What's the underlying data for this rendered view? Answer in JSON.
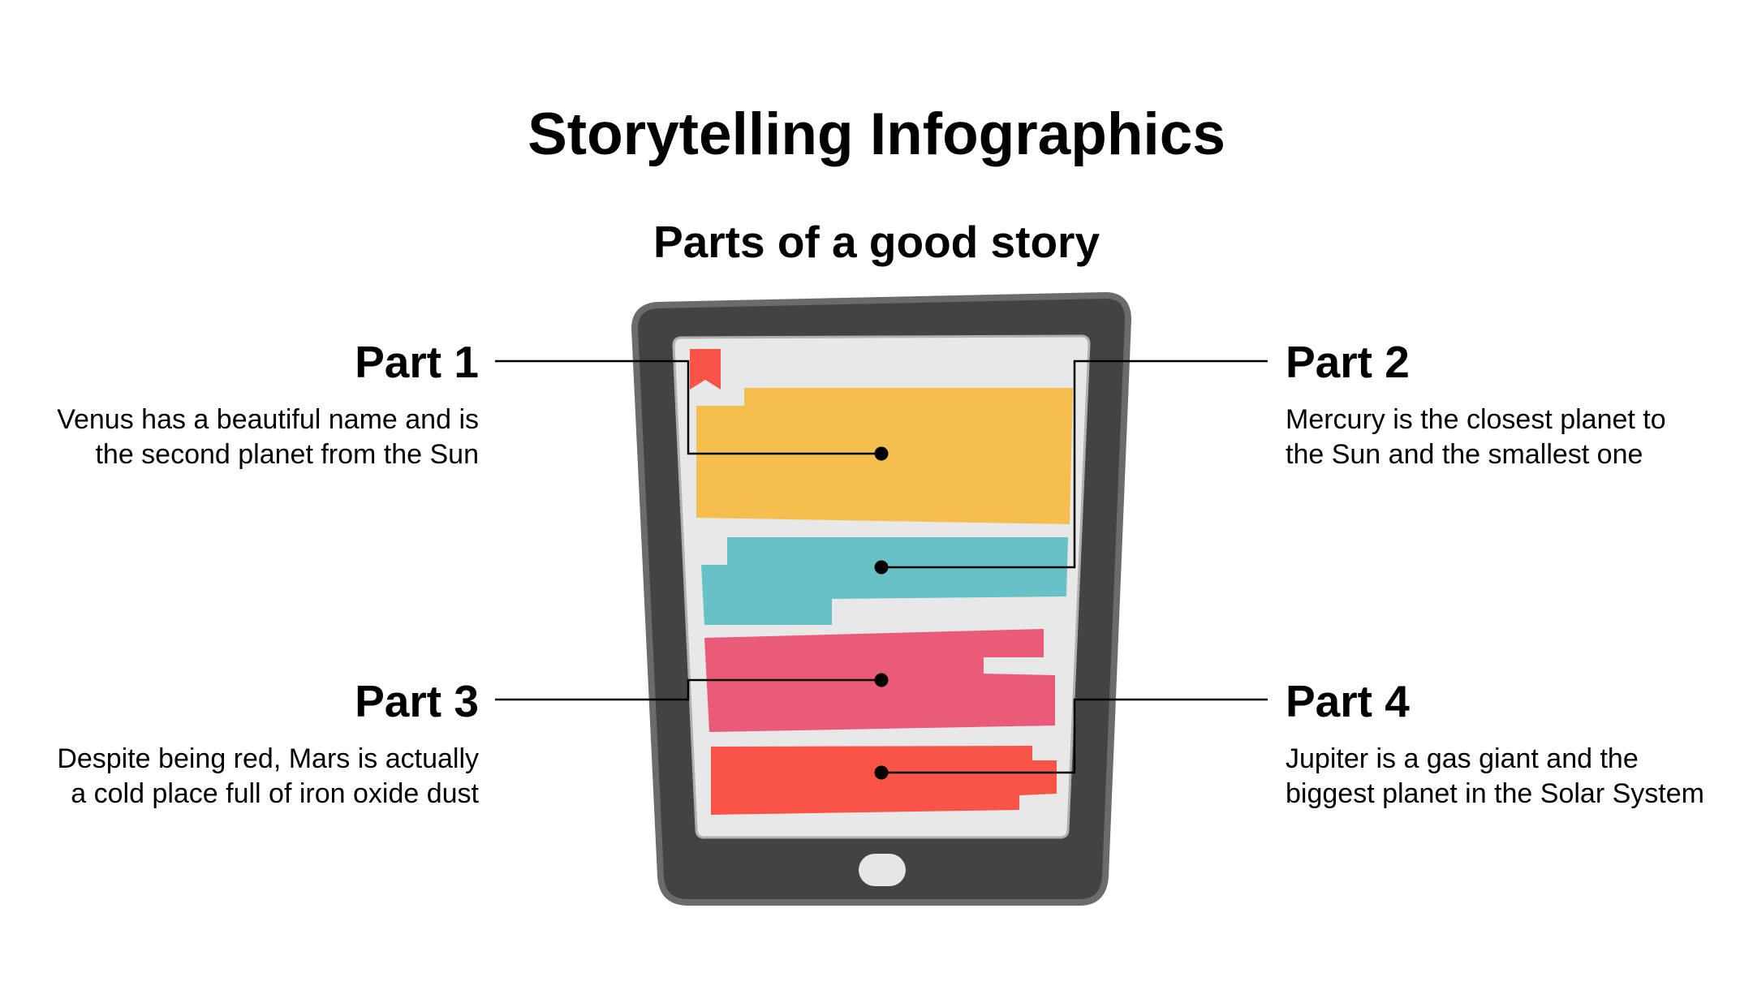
{
  "title": "Storytelling Infographics",
  "subtitle": "Parts of a good story",
  "parts": [
    {
      "title": "Part 1",
      "text": "Venus has a beautiful name and is the second planet from the Sun"
    },
    {
      "title": "Part 2",
      "text": "Mercury is the closest planet to the Sun and the smallest one"
    },
    {
      "title": "Part 3",
      "text": "Despite being red, Mars is actually a cold place full of iron oxide dust"
    },
    {
      "title": "Part 4",
      "text": "Jupiter is a gas giant and the biggest planet in the Solar System"
    }
  ],
  "colors": {
    "tablet_frame": "#434343",
    "tablet_outline": "#6b6b6b",
    "screen": "#e8e8e8",
    "home_button": "#e6e6e6",
    "bookmark": "#f95447",
    "block_1": "#f6bd4f",
    "block_2": "#66c2c6",
    "block_3": "#ea5b7a",
    "block_4": "#f95447",
    "connector": "#000000"
  },
  "icons": {
    "bookmark": "bookmark-icon",
    "home_button": "home-button-icon"
  }
}
